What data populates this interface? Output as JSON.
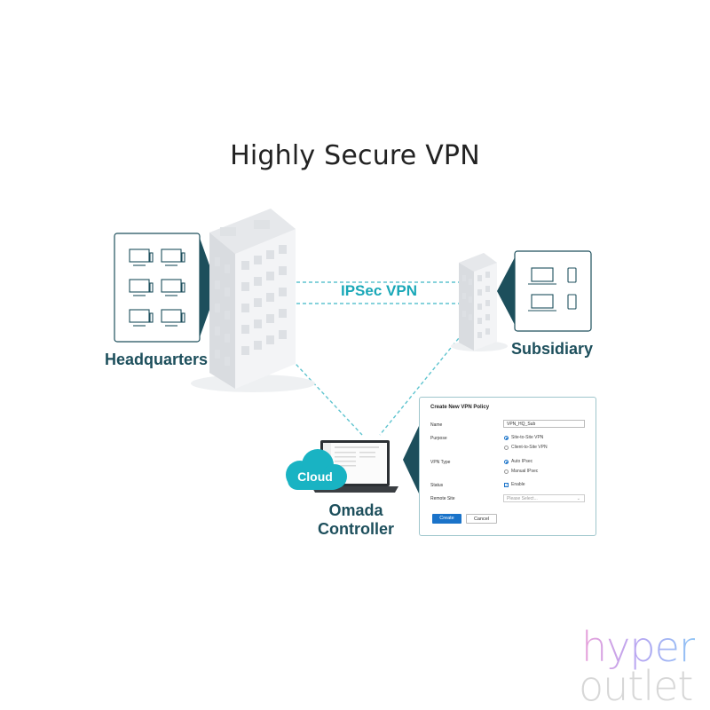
{
  "title": "Highly Secure VPN",
  "nodes": {
    "headquarters": "Headquarters",
    "subsidiary": "Subsidiary",
    "omada_controller": "Omada Controller",
    "cloud": "Cloud"
  },
  "link_label": "IPSec VPN",
  "vpn_policy": {
    "title": "Create New VPN Policy",
    "name_label": "Name",
    "name_value": "VPN_HQ_Sub",
    "purpose_label": "Purpose",
    "purpose_options": [
      "Site-to-Site VPN",
      "Client-to-Site VPN"
    ],
    "vpn_type_label": "VPN Type",
    "vpn_type_options": [
      "Auto IPsec",
      "Manual IPsec"
    ],
    "status_label": "Status",
    "status_value": "Enable",
    "remote_site_label": "Remote Site",
    "remote_site_placeholder": "Please Select...",
    "create_label": "Create",
    "cancel_label": "Cancel"
  },
  "watermark": {
    "line1": "hyper",
    "line2": "outlet"
  },
  "colors": {
    "accent": "#1aa8b8",
    "dark_teal": "#1d4f5c",
    "button_blue": "#1a73c9"
  }
}
